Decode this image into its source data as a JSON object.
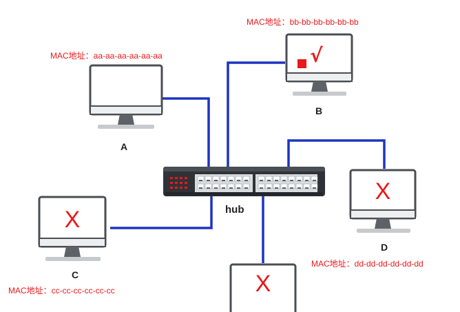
{
  "hub": {
    "label": "hub"
  },
  "computers": {
    "a": {
      "label": "A",
      "mac": "MAC地址：aa-aa-aa-aa-aa-aa"
    },
    "b": {
      "label": "B",
      "mac": "MAC地址：bb-bb-bb-bb-bb-bb",
      "mark": "√"
    },
    "c": {
      "label": "C",
      "mac": "MAC地址：cc-cc-cc-cc-cc-cc",
      "mark": "X"
    },
    "d": {
      "label": "D",
      "mac": "MAC地址：dd-dd-dd-dd-dd-dd",
      "mark": "X"
    },
    "e": {
      "mark": "X"
    }
  },
  "colors": {
    "cable": "#1d33c4",
    "mark": "#e8191b",
    "hub_body": "#2f3338",
    "hub_leds": "#e8191b"
  },
  "icons": {
    "computer": "monitor-icon",
    "hub": "network-hub-icon"
  }
}
